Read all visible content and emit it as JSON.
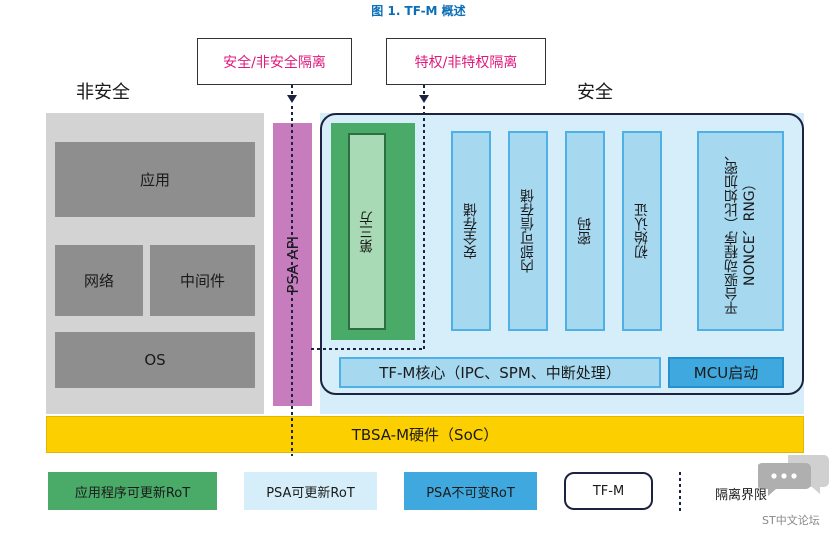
{
  "figure": {
    "title": "图 1. TF-M 概述"
  },
  "callouts": {
    "secure_isolation": "安全/非安全隔离",
    "privilege_isolation": "特权/非特权隔离"
  },
  "headings": {
    "non_secure": "非安全",
    "secure": "安全"
  },
  "non_secure_blocks": {
    "app": "应用",
    "network": "网络",
    "middleware": "中间件",
    "os": "OS"
  },
  "psa_api": "PSA API",
  "secure_blocks": {
    "third_party": "第三方",
    "services": [
      "安全存储",
      "内部可信存储",
      "密码",
      "初始认证"
    ],
    "platform_driver": "平台驱动程序（比如加密、NONCE、RNG）",
    "tfm_core": "TF-M核心（IPC、SPM、中断处理）",
    "mcu_boot": "MCU启动"
  },
  "hardware": "TBSA-M硬件（SoC）",
  "legend": {
    "app_updatable_rot": "应用程序可更新RoT",
    "psa_updatable_rot": "PSA可更新RoT",
    "psa_immutable_rot": "PSA不可变RoT",
    "tfm": "TF-M",
    "isolation_boundary": "隔离界限"
  },
  "watermark": "ST中文论坛",
  "colors": {
    "title_blue": "#0b6fb8",
    "callout_pink": "#e0197d",
    "gray_region": "#d3d3d3",
    "gray_block": "#8e8e8e",
    "psa_api_purple": "#c77dbd",
    "secure_bg": "#d6eef9",
    "app_rot_green": "#4aab68",
    "third_party_green": "#a8dbb5",
    "service_blue": "#a6d8f0",
    "immutable_blue": "#3fa8df",
    "hardware_yellow": "#fcd000"
  }
}
